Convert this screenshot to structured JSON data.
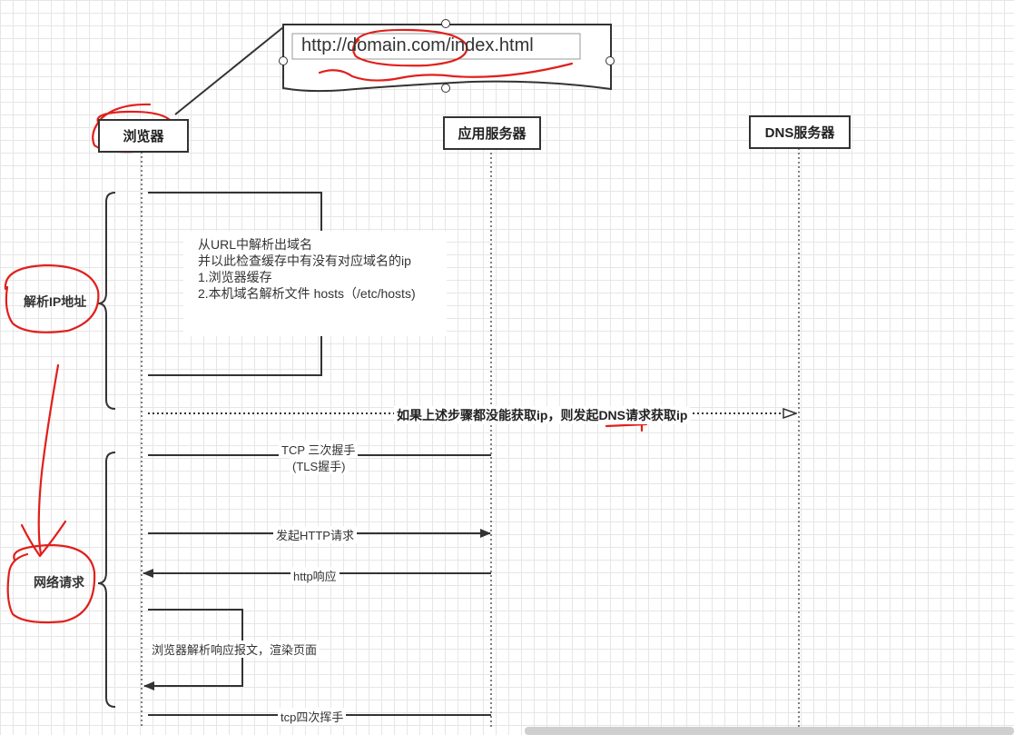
{
  "url_box": {
    "url": "http://domain.com/index.html"
  },
  "participants": {
    "browser": "浏览器",
    "app_server": "应用服务器",
    "dns_server": "DNS服务器"
  },
  "groups": {
    "resolve_ip": "解析IP地址",
    "network_request": "网络请求"
  },
  "note": {
    "line1": "从URL中解析出域名",
    "line2": "并以此检查缓存中有没有对应域名的ip",
    "line3": "1.浏览器缓存",
    "line4": "2.本机域名解析文件 hosts（/etc/hosts)"
  },
  "messages": {
    "dns_request": "如果上述步骤都没能获取ip，则发起DNS请求获取ip",
    "tcp_handshake_1": "TCP 三次握手",
    "tcp_handshake_2": "(TLS握手)",
    "http_request": "发起HTTP请求",
    "http_response": "http响应",
    "render": "浏览器解析响应报文，渲染页面",
    "tcp_close": "tcp四次挥手"
  },
  "colors": {
    "line": "#333333",
    "annotation": "#e0201c",
    "grid": "#e6e6e6",
    "background": "#ffffff"
  }
}
